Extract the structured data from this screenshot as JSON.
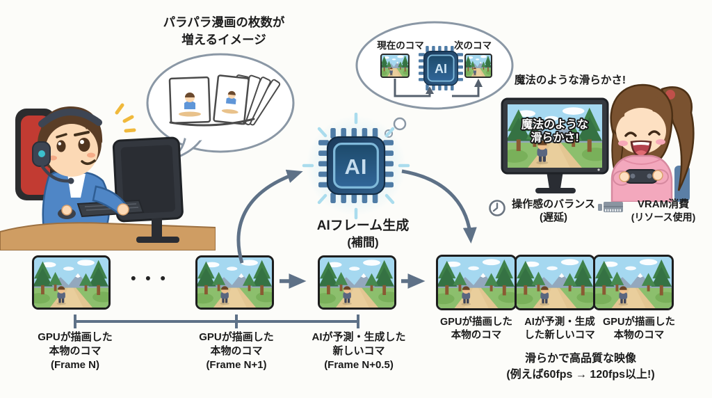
{
  "flipbook": {
    "caption_l1": "パラパラ漫画の枚数が",
    "caption_l2": "増えるイメージ"
  },
  "compare_bubble": {
    "current_label": "現在のコマ",
    "next_label": "次のコマ",
    "chip_text": "AI"
  },
  "generator": {
    "chip_text": "AI",
    "title": "AIフレーム生成",
    "subtitle": "(補間)"
  },
  "result": {
    "caption": "魔法のような滑らかさ!",
    "screen_l1": "魔法のような",
    "screen_l2": "滑らかさ!"
  },
  "tradeoffs": {
    "latency": {
      "icon": "clock-icon",
      "l1": "操作感のバランス",
      "l2": "(遅延)"
    },
    "vram": {
      "icon": "ram-icon",
      "l1": "VRAM消費",
      "l2": "(リソース使用)"
    }
  },
  "timeline": {
    "ellipsis": "• • •",
    "frame_n": {
      "l1": "GPUが描画した",
      "l2": "本物のコマ",
      "l3": "(Frame N)"
    },
    "frame_n1": {
      "l1": "GPUが描画した",
      "l2": "本物のコマ",
      "l3": "(Frame N+1)"
    },
    "frame_n05": {
      "l1": "AIが予測・生成した",
      "l2": "新しいコマ",
      "l3": "(Frame N+0.5)"
    },
    "strip": {
      "real_a": {
        "l1": "GPUが描画した",
        "l2": "本物のコマ"
      },
      "generated": {
        "l1": "AIが予測・生成",
        "l2": "した新しいコマ"
      },
      "real_b": {
        "l1": "GPUが描画した",
        "l2": "本物のコマ"
      }
    },
    "summary_l1": "滑らかで高品質な映像",
    "summary_l2": "(例えば60fps → 120fps以上!)"
  },
  "colors": {
    "arrow": "#5e7187",
    "chip_navy": "#1f3d5e",
    "chip_glow": "#aadced",
    "background": "#fcfcf9"
  }
}
